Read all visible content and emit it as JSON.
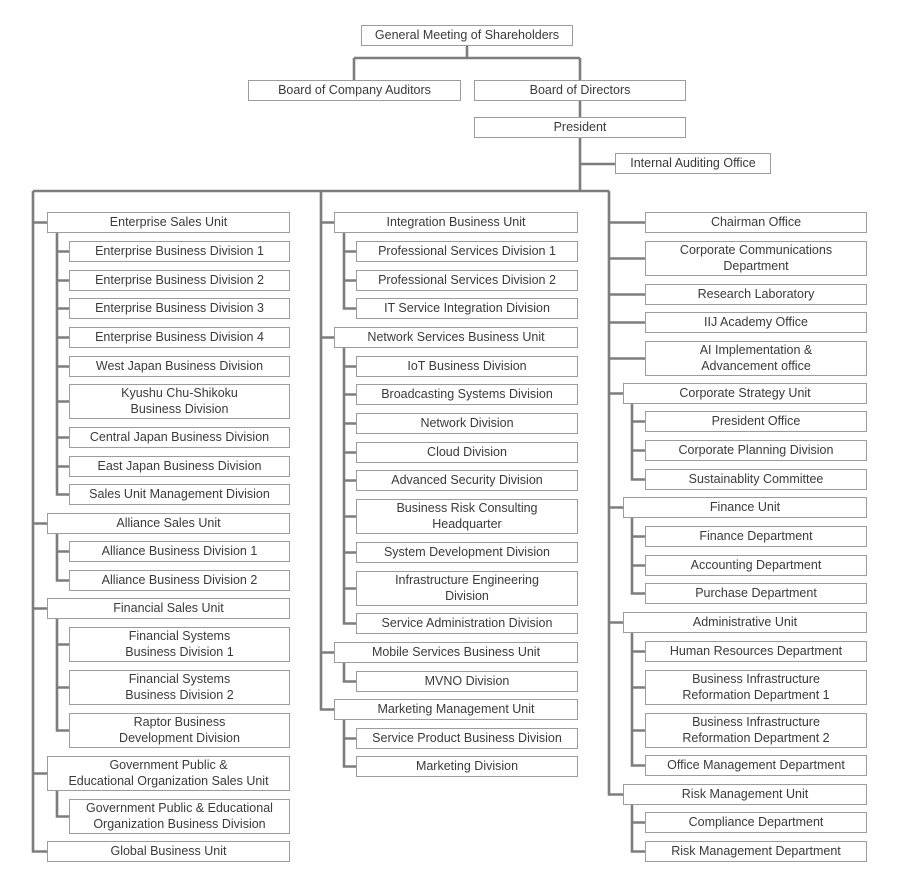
{
  "colors": {
    "background": "#ffffff",
    "connector": "#7d7d7d",
    "box_border": "#9c9c9c",
    "text": "#3a3a3a"
  },
  "governance": {
    "shareholders": "General Meeting of Shareholders",
    "board_of_auditors": "Board of Company Auditors",
    "board_of_directors": "Board of Directors",
    "president": "President",
    "internal_auditing": "Internal Auditing Office"
  },
  "org": {
    "left": [
      {
        "label": "Enterprise Sales Unit",
        "divisions": [
          "Enterprise Business Division 1",
          "Enterprise Business Division 2",
          "Enterprise Business Division 3",
          "Enterprise Business Division 4",
          "West Japan Business Division",
          "Kyushu Chu-Shikoku\nBusiness Division",
          "Central Japan Business Division",
          "East Japan Business Division",
          "Sales Unit Management Division"
        ]
      },
      {
        "label": "Alliance Sales Unit",
        "divisions": [
          "Alliance Business Division 1",
          "Alliance Business Division 2"
        ]
      },
      {
        "label": "Financial Sales Unit",
        "divisions": [
          "Financial Systems\nBusiness Division 1",
          "Financial Systems\nBusiness Division 2",
          "Raptor Business\nDevelopment Division"
        ]
      },
      {
        "label": "Government Public &\nEducational Organization Sales Unit",
        "divisions": [
          "Government Public & Educational\nOrganization Business Division"
        ]
      },
      {
        "label": "Global Business Unit",
        "divisions": []
      }
    ],
    "middle": [
      {
        "label": "Integration Business Unit",
        "divisions": [
          "Professional Services Division 1",
          "Professional Services Division 2",
          "IT Service Integration Division"
        ]
      },
      {
        "label": "Network Services Business Unit",
        "divisions": [
          "IoT Business Division",
          "Broadcasting Systems Division",
          "Network Division",
          "Cloud Division",
          "Advanced Security Division",
          "Business Risk Consulting\nHeadquarter",
          "System Development Division",
          "Infrastructure Engineering\nDivision",
          "Service Administration Division"
        ]
      },
      {
        "label": "Mobile Services Business Unit",
        "divisions": [
          "MVNO Division"
        ]
      },
      {
        "label": "Marketing Management Unit",
        "divisions": [
          "Service Product Business Division",
          "Marketing Division"
        ]
      }
    ],
    "right": {
      "offices": [
        "Chairman Office",
        "Corporate Communications\nDepartment",
        "Research Laboratory",
        "IIJ Academy Office",
        "AI Implementation &\nAdvancement office"
      ],
      "units": [
        {
          "label": "Corporate Strategy Unit",
          "divisions": [
            "President Office",
            "Corporate Planning Division",
            "Sustainablity Committee"
          ]
        },
        {
          "label": "Finance Unit",
          "divisions": [
            "Finance Department",
            "Accounting Department",
            "Purchase Department"
          ]
        },
        {
          "label": "Administrative Unit",
          "divisions": [
            "Human Resources Department",
            "Business Infrastructure\nReformation Department 1",
            "Business Infrastructure\nReformation Department 2",
            "Office Management Department"
          ]
        },
        {
          "label": "Risk Management Unit",
          "divisions": [
            "Compliance Department",
            "Risk Management Department"
          ]
        }
      ]
    }
  }
}
